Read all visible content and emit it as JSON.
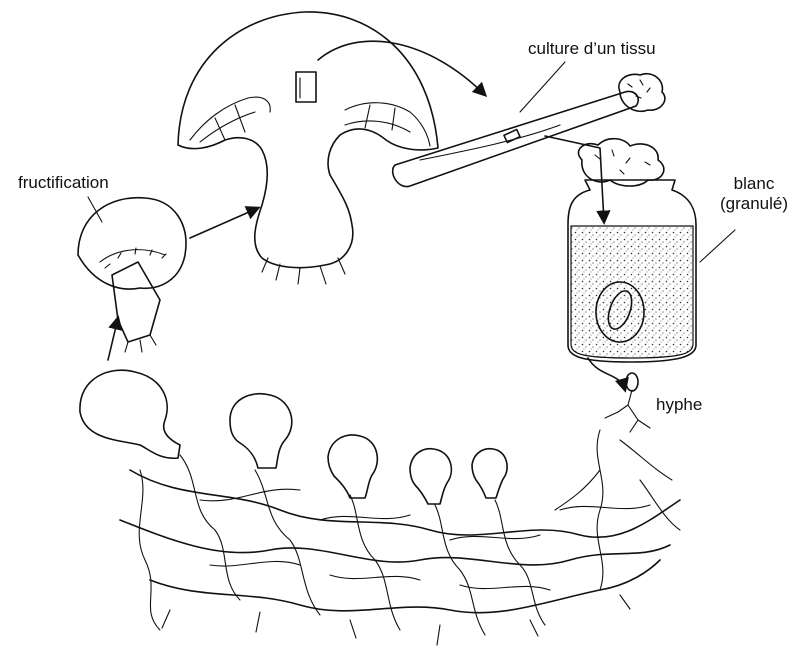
{
  "labels": {
    "fructification": "fructification",
    "culture": "culture d’un tissu",
    "blanc_line1": "blanc",
    "blanc_line2": "(granulé)",
    "hyphe": "hyphe"
  },
  "icons": {
    "mature_mushroom": "mushroom-cut-icon",
    "young_mushroom": "young-mushroom-icon",
    "test_tube": "test-tube-icon",
    "spawn_jar": "spawn-jar-icon",
    "mycelium": "mycelium-network-icon",
    "primordia": "primordium-icon"
  },
  "colors": {
    "ink": "#111111",
    "background": "#ffffff"
  }
}
